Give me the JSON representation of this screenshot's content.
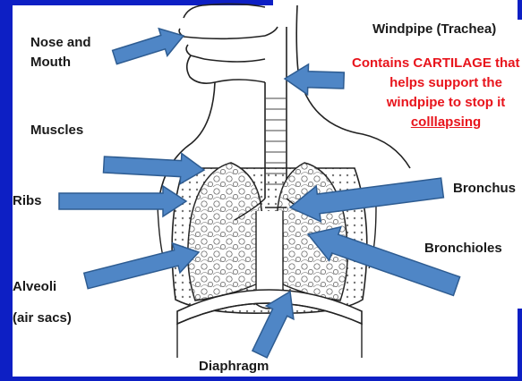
{
  "labels": {
    "nose_mouth_line1": "Nose and",
    "nose_mouth_line2": "Mouth",
    "windpipe": "Windpipe (Trachea)",
    "muscles": "Muscles",
    "ribs": "Ribs",
    "bronchus": "Bronchus",
    "bronchioles": "Bronchioles",
    "alveoli": "Alveoli",
    "air_sacs": "(air sacs)",
    "diaphragm": "Diaphragm"
  },
  "note": {
    "line1": "Contains CARTILAGE that",
    "line2": "helps support the",
    "line3": "windpipe to stop it",
    "line4": "colllapsing"
  },
  "colors": {
    "arrow_fill": "#4f86c6",
    "arrow_stroke": "#2e5c91",
    "frame": "#0d1fc4",
    "note_text": "#e8141c"
  }
}
